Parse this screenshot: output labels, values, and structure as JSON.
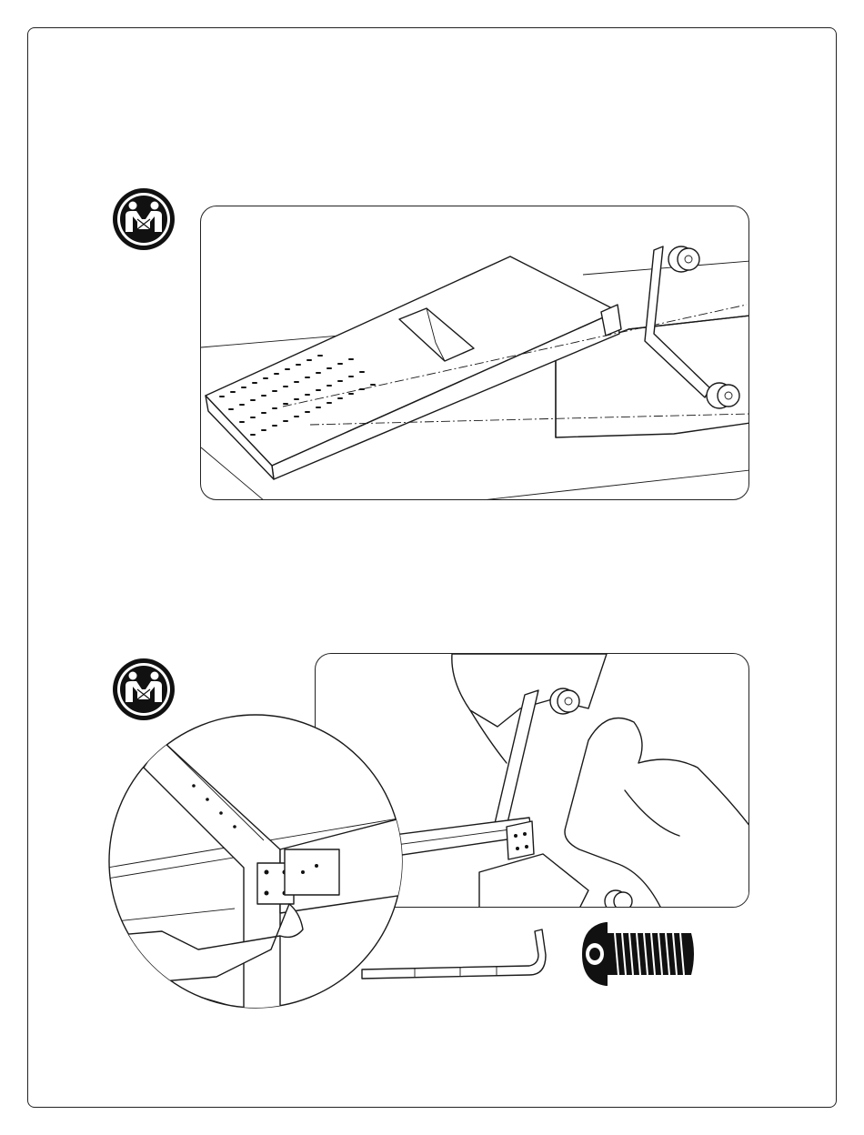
{
  "document": {
    "step_1": {
      "warning_icon": "two-person-lift-icon",
      "figure": "rail-assembly-with-end-bracket"
    },
    "step_2": {
      "warning_icon": "two-person-lift-icon",
      "figure": "two-people-installing-bracket",
      "detail_callout": "zoomed-bracket-bolting",
      "tools": [
        "hex-key-icon",
        "button-head-bolt-icon"
      ]
    }
  }
}
